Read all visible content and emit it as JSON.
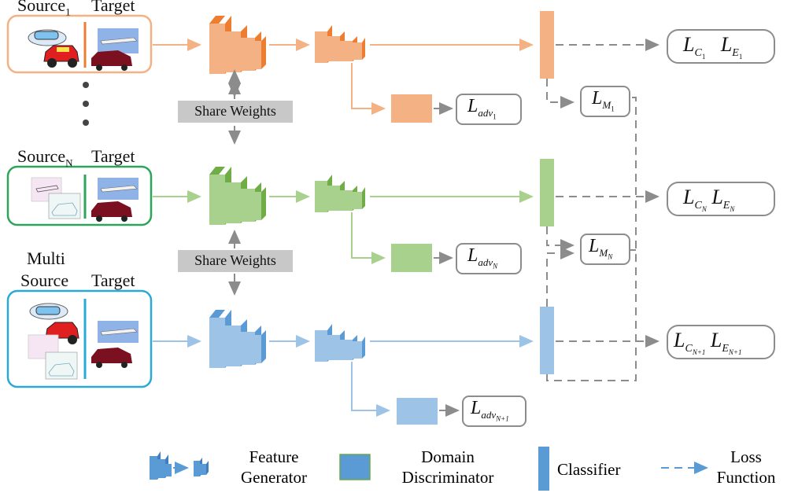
{
  "branches": [
    {
      "source_label": "Source",
      "source_sub": "1",
      "target_label": "Target"
    },
    {
      "source_label": "Source",
      "source_sub": "N",
      "target_label": "Target"
    },
    {
      "source_label_line1": "Multi",
      "source_label_line2": "Source",
      "target_label": "Target"
    }
  ],
  "share_weights": [
    "Share Weights",
    "Share Weights"
  ],
  "losses": {
    "adv": [
      {
        "main": "L",
        "sub": "adv",
        "subsub": "1"
      },
      {
        "main": "L",
        "sub": "adv",
        "subsub": "N"
      },
      {
        "main": "L",
        "sub": "adv",
        "subsub": "N+1"
      }
    ],
    "mmd": [
      {
        "main": "L",
        "sub": "M",
        "subsub": "1"
      },
      {
        "main": "L",
        "sub": "M",
        "subsub": "N"
      }
    ],
    "cls": [
      {
        "c_main": "L",
        "c_sub": "C",
        "c_subsub": "1",
        "e_main": "L",
        "e_sub": "E",
        "e_subsub": "1"
      },
      {
        "c_main": "L",
        "c_sub": "C",
        "c_subsub": "N",
        "e_main": "L",
        "e_sub": "E",
        "e_subsub": "N"
      },
      {
        "c_main": "L",
        "c_sub": "C",
        "c_subsub": "N+1",
        "e_main": "L",
        "e_sub": "E",
        "e_subsub": "N+1"
      }
    ]
  },
  "legend": {
    "feature_generator_line1": "Feature",
    "feature_generator_line2": "Generator",
    "domain_discriminator_line1": "Domain",
    "domain_discriminator_line2": "Discriminator",
    "classifier": "Classifier",
    "loss_function_line1": "Loss",
    "loss_function_line2": "Function"
  },
  "colors": {
    "orange": "#f4b183",
    "orange_dark": "#ed7d31",
    "orange_border": "#f4b183",
    "green": "#a9d18e",
    "green_dark": "#70ad47",
    "green_border": "#2ca55a",
    "blue": "#9dc3e6",
    "blue_dark": "#5b9bd5",
    "blue_border": "#29a9d8",
    "gray": "#8c8c8c",
    "share_bg": "#c8c8c8"
  }
}
